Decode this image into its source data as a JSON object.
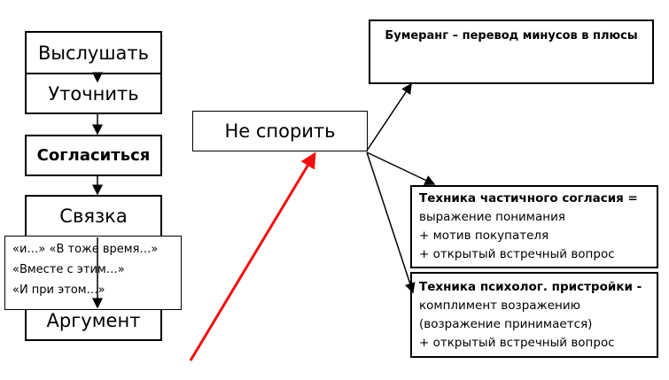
{
  "flow": {
    "listen": "Выслушать",
    "clarify": "Уточнить",
    "agree": "Согласиться",
    "link": "Связка",
    "argument": "Аргумент",
    "link_phrases": [
      "«и…» «В тоже время…»",
      "«Вместе с этим…»",
      "«И при этом…»"
    ]
  },
  "center": {
    "label": "Не спорить"
  },
  "techniques": {
    "boomerang": {
      "title": "Бумеранг – перевод минусов в плюсы"
    },
    "partial": {
      "title": "Техника частичного согласия =",
      "lines": [
        "выражение понимания",
        "+ мотив покупателя",
        "+ открытый встречный вопрос"
      ]
    },
    "psych": {
      "title": "Техника психолог. пристройки -",
      "lines": [
        "комплимент возражению",
        "(возражение принимается)",
        "+ открытый встречный вопрос"
      ]
    }
  },
  "colors": {
    "accent_arrow": "#ee1111"
  }
}
